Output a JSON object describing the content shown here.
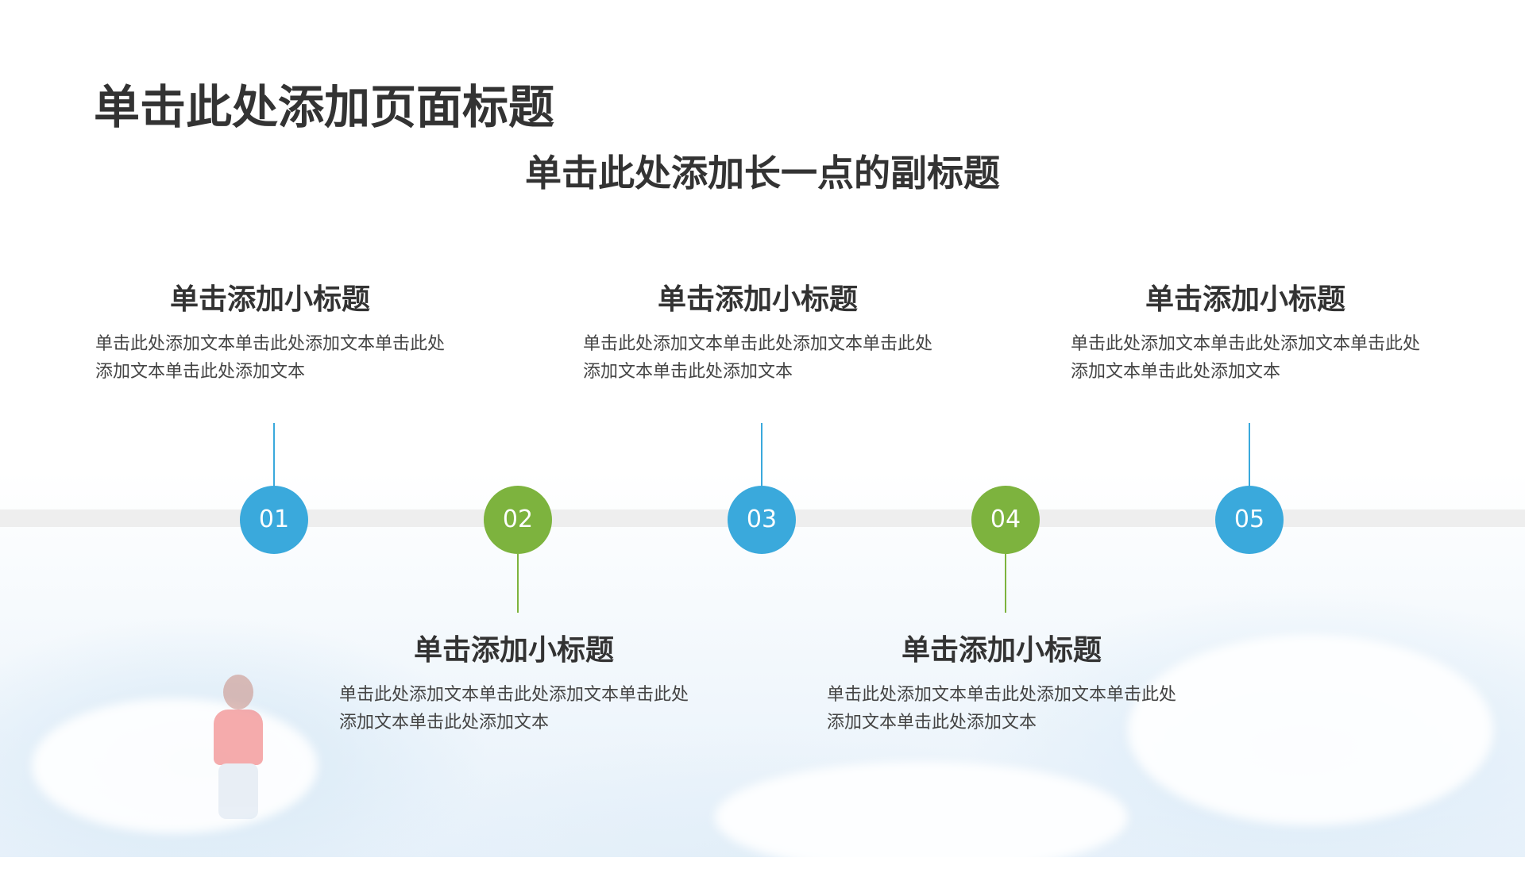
{
  "slide": {
    "title": "单击此处添加页面标题",
    "subtitle": "单击此处添加长一点的副标题"
  },
  "colors": {
    "blue": "#3aa9dc",
    "green": "#7db33e",
    "track": "#eeeeee",
    "text": "#333333"
  },
  "steps": [
    {
      "number": "01",
      "color": "blue",
      "position": "above",
      "heading": "单击添加小标题",
      "text": "单击此处添加文本单击此处添加文本单击此处添加文本单击此处添加文本"
    },
    {
      "number": "02",
      "color": "green",
      "position": "below",
      "heading": "单击添加小标题",
      "text": "单击此处添加文本单击此处添加文本单击此处添加文本单击此处添加文本"
    },
    {
      "number": "03",
      "color": "blue",
      "position": "above",
      "heading": "单击添加小标题",
      "text": "单击此处添加文本单击此处添加文本单击此处添加文本单击此处添加文本"
    },
    {
      "number": "04",
      "color": "green",
      "position": "below",
      "heading": "单击添加小标题",
      "text": "单击此处添加文本单击此处添加文本单击此处添加文本单击此处添加文本"
    },
    {
      "number": "05",
      "color": "blue",
      "position": "above",
      "heading": "单击添加小标题",
      "text": "单击此处添加文本单击此处添加文本单击此处添加文本单击此处添加文本"
    }
  ]
}
